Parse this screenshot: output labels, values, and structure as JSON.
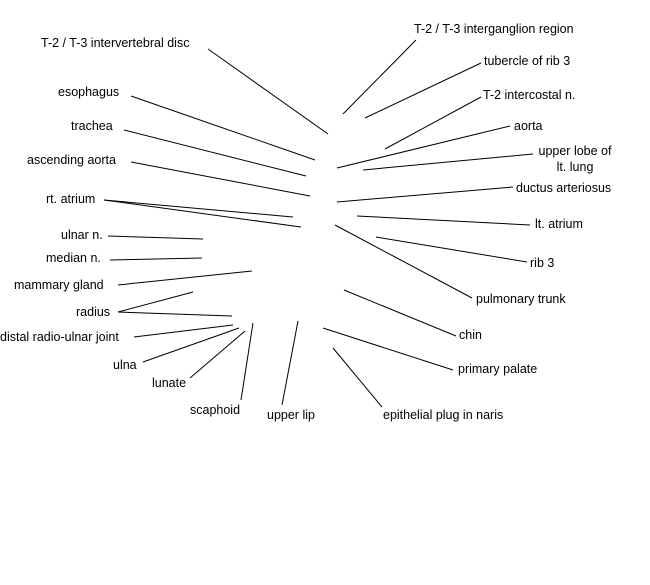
{
  "labels": {
    "t2_t3_intervertebral_disc": "T-2 / T-3 intervertebral disc",
    "esophagus": "esophagus",
    "trachea": "trachea",
    "ascending_aorta": "ascending aorta",
    "rt_atrium": "rt. atrium",
    "ulnar_n": "ulnar n.",
    "median_n": "median n.",
    "mammary_gland": "mammary gland",
    "radius": "radius",
    "distal_radio_ulnar_joint": "distal radio-ulnar joint",
    "ulna": "ulna",
    "lunate": "lunate",
    "scaphoid": "scaphoid",
    "upper_lip": "upper lip",
    "epithelial_plug_in_naris": "epithelial plug in naris",
    "primary_palate": "primary palate",
    "chin": "chin",
    "pulmonary_trunk": "pulmonary trunk",
    "rib_3": "rib 3",
    "lt_atrium": "lt. atrium",
    "ductus_arteriosus": "ductus arteriosus",
    "upper_lobe_lt_lung_line1": "upper lobe of",
    "upper_lobe_lt_lung_line2": "lt. lung",
    "aorta": "aorta",
    "t2_intercostal_n": "T-2 intercostal n.",
    "tubercle_of_rib_3": "tubercle of rib 3",
    "t2_t3_interganglion_region": "T-2 / T-3 interganglion region"
  },
  "colors": {
    "background": "#ffffff",
    "text": "#000000",
    "leader_line": "#000000"
  }
}
